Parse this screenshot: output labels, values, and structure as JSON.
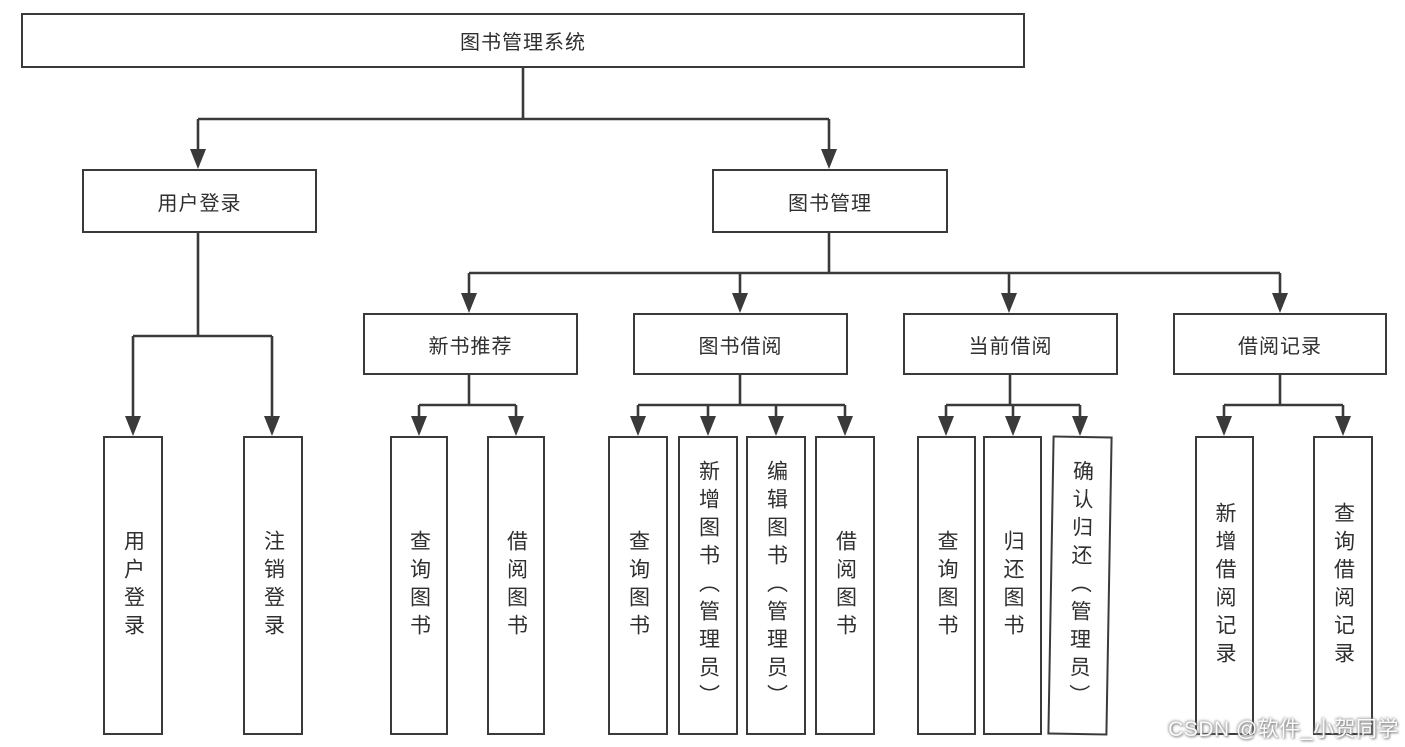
{
  "diagram": {
    "root": "图书管理系统",
    "level2": [
      "用户登录",
      "图书管理"
    ],
    "level3": [
      "新书推荐",
      "图书借阅",
      "当前借阅",
      "借阅记录"
    ],
    "branches": [
      {
        "parent": "用户登录",
        "children": [
          "用户登录",
          "注销登录"
        ]
      },
      {
        "parent": "新书推荐",
        "children": [
          "查询图书",
          "借阅图书"
        ]
      },
      {
        "parent": "图书借阅",
        "children": [
          "查询图书",
          "新增图书（管理员）",
          "编辑图书（管理员）",
          "借阅图书"
        ]
      },
      {
        "parent": "当前借阅",
        "children": [
          "查询图书",
          "归还图书",
          "确认归还（管理员）"
        ]
      },
      {
        "parent": "借阅记录",
        "children": [
          "新增借阅记录",
          "查询借阅记录"
        ]
      }
    ]
  },
  "watermark": {
    "text": "CSDN @软件_小贺同学"
  },
  "colors": {
    "line": "#3a3a3a",
    "text": "#2f2f2f",
    "background": "#ffffff"
  }
}
